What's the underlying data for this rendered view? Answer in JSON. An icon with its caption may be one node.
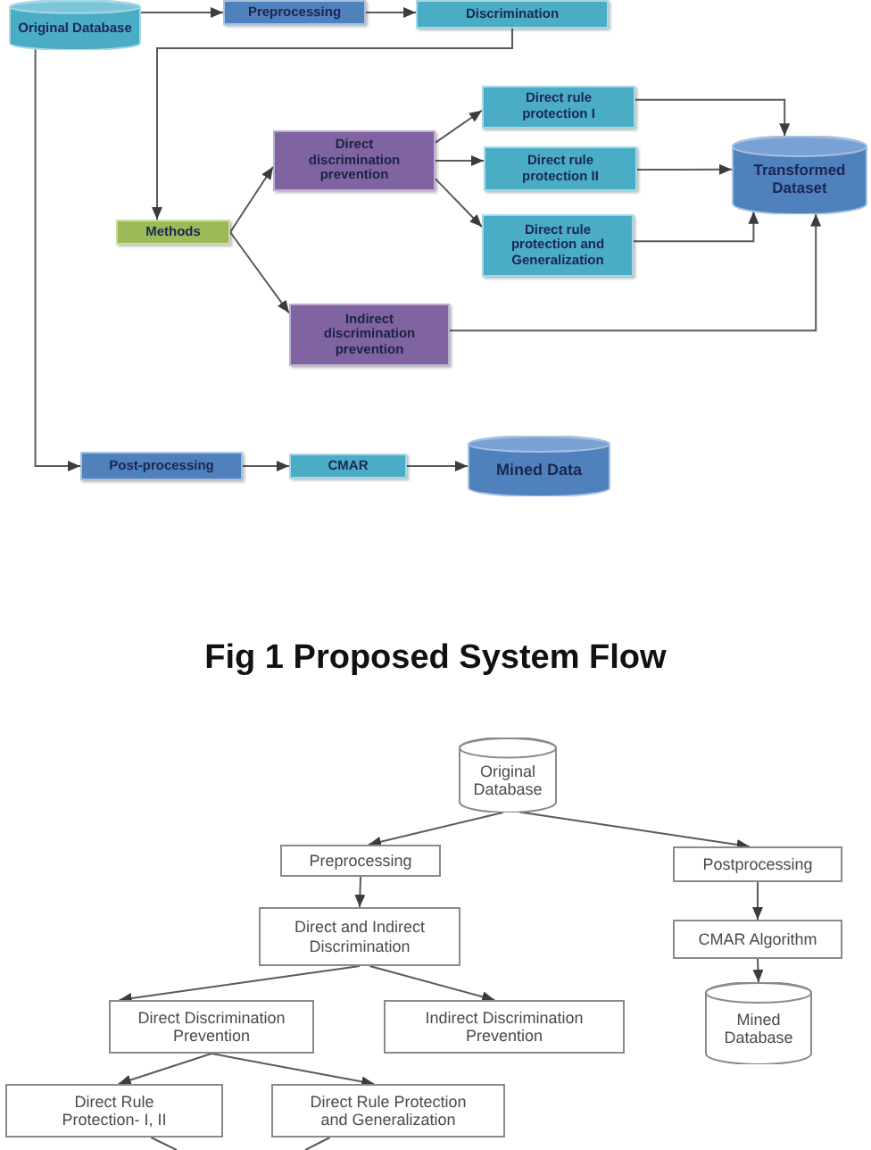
{
  "diagram": {
    "caption": "Fig 1 Proposed System Flow",
    "nodes": [
      {
        "text": [
          "Original Database"
        ]
      },
      {
        "text": [
          "Preprocessing"
        ]
      },
      {
        "text": [
          "Discrimination"
        ]
      },
      {
        "text": [
          "Direct rule protection I"
        ]
      },
      {
        "text": [
          "Direct discrimination prevention"
        ]
      },
      {
        "text": [
          "Direct rule protection II"
        ]
      },
      {
        "text": [
          "Transformed Dataset"
        ]
      },
      {
        "text": [
          "Methods"
        ]
      },
      {
        "text": [
          "Direct rule protection and Generalization"
        ]
      },
      {
        "text": [
          "Indirect discrimination prevention"
        ]
      },
      {
        "text": [
          "Post-processing"
        ]
      },
      {
        "text": [
          "CMAR"
        ]
      },
      {
        "text": [
          "Mined Data"
        ]
      },
      {
        "text": [
          "Original Database"
        ]
      },
      {
        "text": [
          "Preprocessing"
        ]
      },
      {
        "text": [
          "Postprocessing"
        ]
      },
      {
        "text": [
          "Direct and Indirect Discrimination"
        ]
      },
      {
        "text": [
          "CMAR Algorithm"
        ]
      },
      {
        "text": [
          "Direct Discrimination Prevention"
        ]
      },
      {
        "text": [
          "Indirect Discrimination Prevention"
        ]
      },
      {
        "text": [
          "Mined Database"
        ]
      },
      {
        "text": [
          "Direct Rule Protection- I, II"
        ]
      },
      {
        "text": [
          "Direct Rule Protection and Generalization"
        ]
      }
    ],
    "edges": [
      {
        "from": 0,
        "to": 1,
        "arrow": "to"
      },
      {
        "from": 1,
        "to": 2,
        "arrow": "to"
      },
      {
        "from": 2,
        "to": 7,
        "arrow": "to"
      },
      {
        "from": 4,
        "to": 3,
        "arrow": "to"
      },
      {
        "from": 4,
        "to": 5,
        "arrow": "to"
      },
      {
        "from": 4,
        "to": 8,
        "arrow": "to"
      },
      {
        "from": 3,
        "to": 6,
        "arrow": "to"
      },
      {
        "from": 5,
        "to": 6,
        "arrow": "to"
      },
      {
        "from": 7,
        "to": 4,
        "arrow": "to"
      },
      {
        "from": 7,
        "to": 9,
        "arrow": "to"
      },
      {
        "from": 8,
        "to": 6,
        "arrow": "to"
      },
      {
        "from": 9,
        "to": 6,
        "arrow": "to"
      },
      {
        "from": 0,
        "to": 10,
        "arrow": "to"
      },
      {
        "from": 10,
        "to": 11,
        "arrow": "to"
      },
      {
        "from": 11,
        "to": 12,
        "arrow": "to"
      },
      {
        "from": 13,
        "to": 14,
        "arrow": "to"
      },
      {
        "from": 13,
        "to": 15,
        "arrow": "to"
      },
      {
        "from": 14,
        "to": 16,
        "arrow": "to"
      },
      {
        "from": 15,
        "to": 17,
        "arrow": "to"
      },
      {
        "from": 17,
        "to": 20,
        "arrow": "to"
      },
      {
        "from": 16,
        "to": 18,
        "arrow": "to"
      },
      {
        "from": 16,
        "to": 19,
        "arrow": "to"
      },
      {
        "from": 18,
        "to": 21,
        "arrow": "to"
      },
      {
        "from": 18,
        "to": 22,
        "arrow": "to"
      },
      {
        "from": 21,
        "to": null,
        "arrow": "none"
      },
      {
        "from": 22,
        "to": null,
        "arrow": "none"
      }
    ]
  }
}
